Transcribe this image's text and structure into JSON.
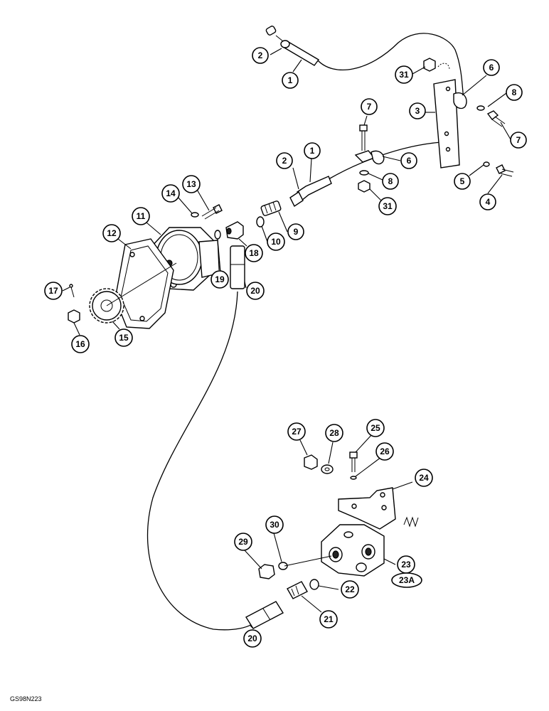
{
  "diagram": {
    "reference_code": "GS98N223",
    "callouts": [
      {
        "id": "c-2-top",
        "label": "2"
      },
      {
        "id": "c-1-top",
        "label": "1"
      },
      {
        "id": "c-31-top",
        "label": "31"
      },
      {
        "id": "c-6-top",
        "label": "6"
      },
      {
        "id": "c-3",
        "label": "3"
      },
      {
        "id": "c-8-top",
        "label": "8"
      },
      {
        "id": "c-7-right",
        "label": "7"
      },
      {
        "id": "c-7-mid",
        "label": "7"
      },
      {
        "id": "c-2-mid",
        "label": "2"
      },
      {
        "id": "c-1-mid",
        "label": "1"
      },
      {
        "id": "c-6-mid",
        "label": "6"
      },
      {
        "id": "c-8-mid",
        "label": "8"
      },
      {
        "id": "c-5",
        "label": "5"
      },
      {
        "id": "c-4",
        "label": "4"
      },
      {
        "id": "c-31-mid",
        "label": "31"
      },
      {
        "id": "c-13",
        "label": "13"
      },
      {
        "id": "c-14",
        "label": "14"
      },
      {
        "id": "c-11",
        "label": "11"
      },
      {
        "id": "c-12",
        "label": "12"
      },
      {
        "id": "c-9",
        "label": "9"
      },
      {
        "id": "c-10",
        "label": "10"
      },
      {
        "id": "c-18",
        "label": "18"
      },
      {
        "id": "c-19",
        "label": "19"
      },
      {
        "id": "c-20-top",
        "label": "20"
      },
      {
        "id": "c-17",
        "label": "17"
      },
      {
        "id": "c-15",
        "label": "15"
      },
      {
        "id": "c-16",
        "label": "16"
      },
      {
        "id": "c-27",
        "label": "27"
      },
      {
        "id": "c-28",
        "label": "28"
      },
      {
        "id": "c-25",
        "label": "25"
      },
      {
        "id": "c-26",
        "label": "26"
      },
      {
        "id": "c-24",
        "label": "24"
      },
      {
        "id": "c-30",
        "label": "30"
      },
      {
        "id": "c-29",
        "label": "29"
      },
      {
        "id": "c-23",
        "label": "23"
      },
      {
        "id": "c-22",
        "label": "22"
      },
      {
        "id": "c-21",
        "label": "21"
      },
      {
        "id": "c-20-bottom",
        "label": "20"
      }
    ],
    "oval_callout": {
      "label": "23A"
    }
  }
}
